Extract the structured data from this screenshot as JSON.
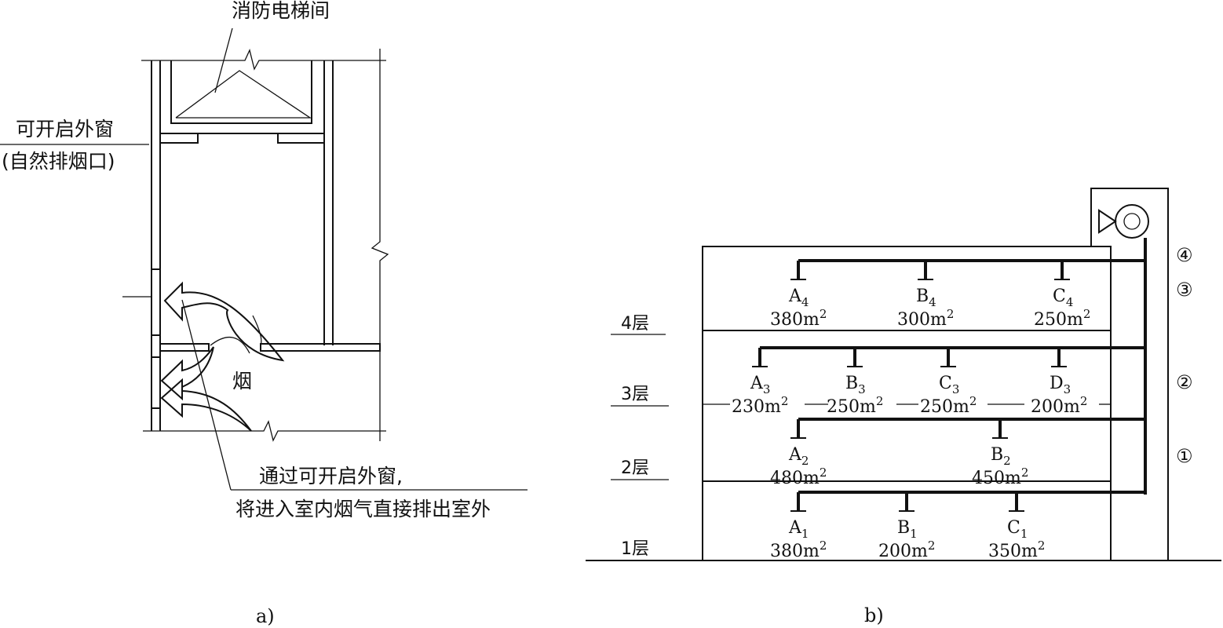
{
  "panel_a": {
    "caption": "a)",
    "elevator_label": "消防电梯间",
    "window_label_1": "可开启外窗",
    "window_label_2": "(自然排烟口)",
    "smoke_label": "烟",
    "note_1": "通过可开启外窗,",
    "note_2": "将进入室内烟气直接排出室外"
  },
  "panel_b": {
    "caption": "b)",
    "floors": [
      {
        "label": "4层"
      },
      {
        "label": "3层"
      },
      {
        "label": "2层"
      },
      {
        "label": "1层"
      }
    ],
    "rooms": [
      {
        "letter": "A",
        "sub": "4",
        "area": "380m",
        "sup": "2"
      },
      {
        "letter": "B",
        "sub": "4",
        "area": "300m",
        "sup": "2"
      },
      {
        "letter": "C",
        "sub": "4",
        "area": "250m",
        "sup": "2"
      },
      {
        "letter": "A",
        "sub": "3",
        "area": "230m",
        "sup": "2"
      },
      {
        "letter": "B",
        "sub": "3",
        "area": "250m",
        "sup": "2"
      },
      {
        "letter": "C",
        "sub": "3",
        "area": "250m",
        "sup": "2"
      },
      {
        "letter": "D",
        "sub": "3",
        "area": "200m",
        "sup": "2"
      },
      {
        "letter": "A",
        "sub": "2",
        "area": "480m",
        "sup": "2"
      },
      {
        "letter": "B",
        "sub": "2",
        "area": "450m",
        "sup": "2"
      },
      {
        "letter": "A",
        "sub": "1",
        "area": "380m",
        "sup": "2"
      },
      {
        "letter": "B",
        "sub": "1",
        "area": "200m",
        "sup": "2"
      },
      {
        "letter": "C",
        "sub": "1",
        "area": "350m",
        "sup": "2"
      }
    ],
    "duct_markers": [
      "④",
      "③",
      "②",
      "①"
    ]
  }
}
